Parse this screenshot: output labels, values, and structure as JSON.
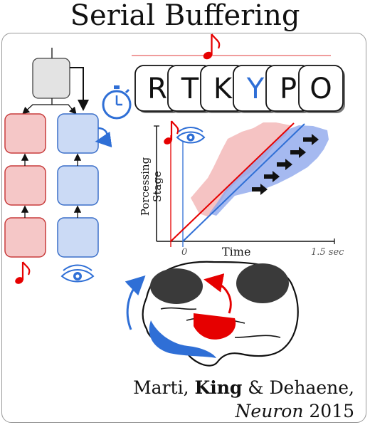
{
  "title": "Serial Buffering",
  "letters": [
    "R",
    "T",
    "K",
    "Y",
    "P",
    "O"
  ],
  "highlighted_letter": "Y",
  "plot": {
    "xlabel": "Time",
    "ylabel_line1": "Porcessing",
    "ylabel_line2": "Stage",
    "tick_zero": "0",
    "tick_end": "1.5 sec"
  },
  "citation": {
    "line1_a": "Marti, ",
    "line1_b": "King",
    "line1_c": " & Dehaene,",
    "journal": "Neuron",
    "year": " 2015"
  },
  "colors": {
    "red": "#e60000",
    "blue": "#2f6fd6",
    "red_fill": "#f5c7c7",
    "blue_fill": "#cbdaf5",
    "gray_fill": "#e3e3e3",
    "dark_region": "#3a3a3a"
  }
}
